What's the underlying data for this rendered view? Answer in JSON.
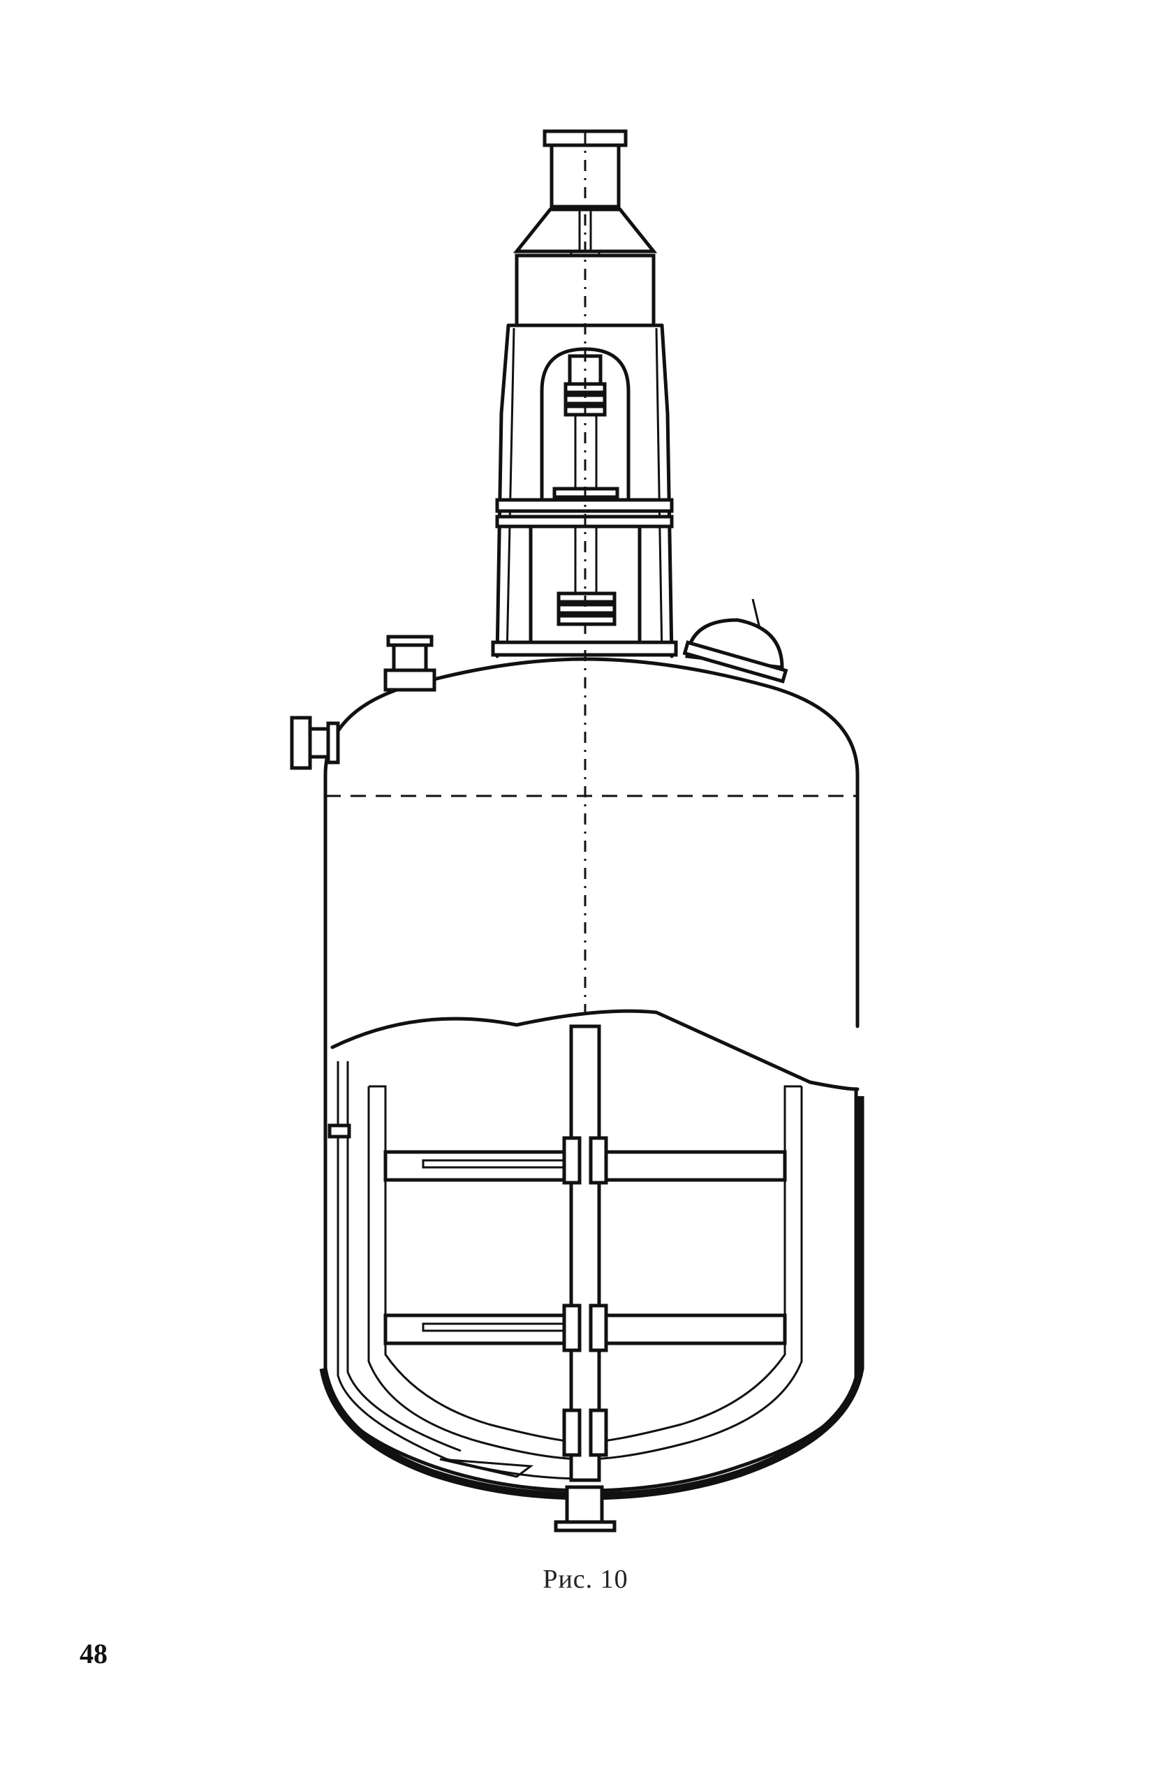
{
  "figure": {
    "caption": "Рис. 10",
    "subject": "reactor-vessel-with-agitator"
  },
  "page": {
    "number": "48"
  }
}
